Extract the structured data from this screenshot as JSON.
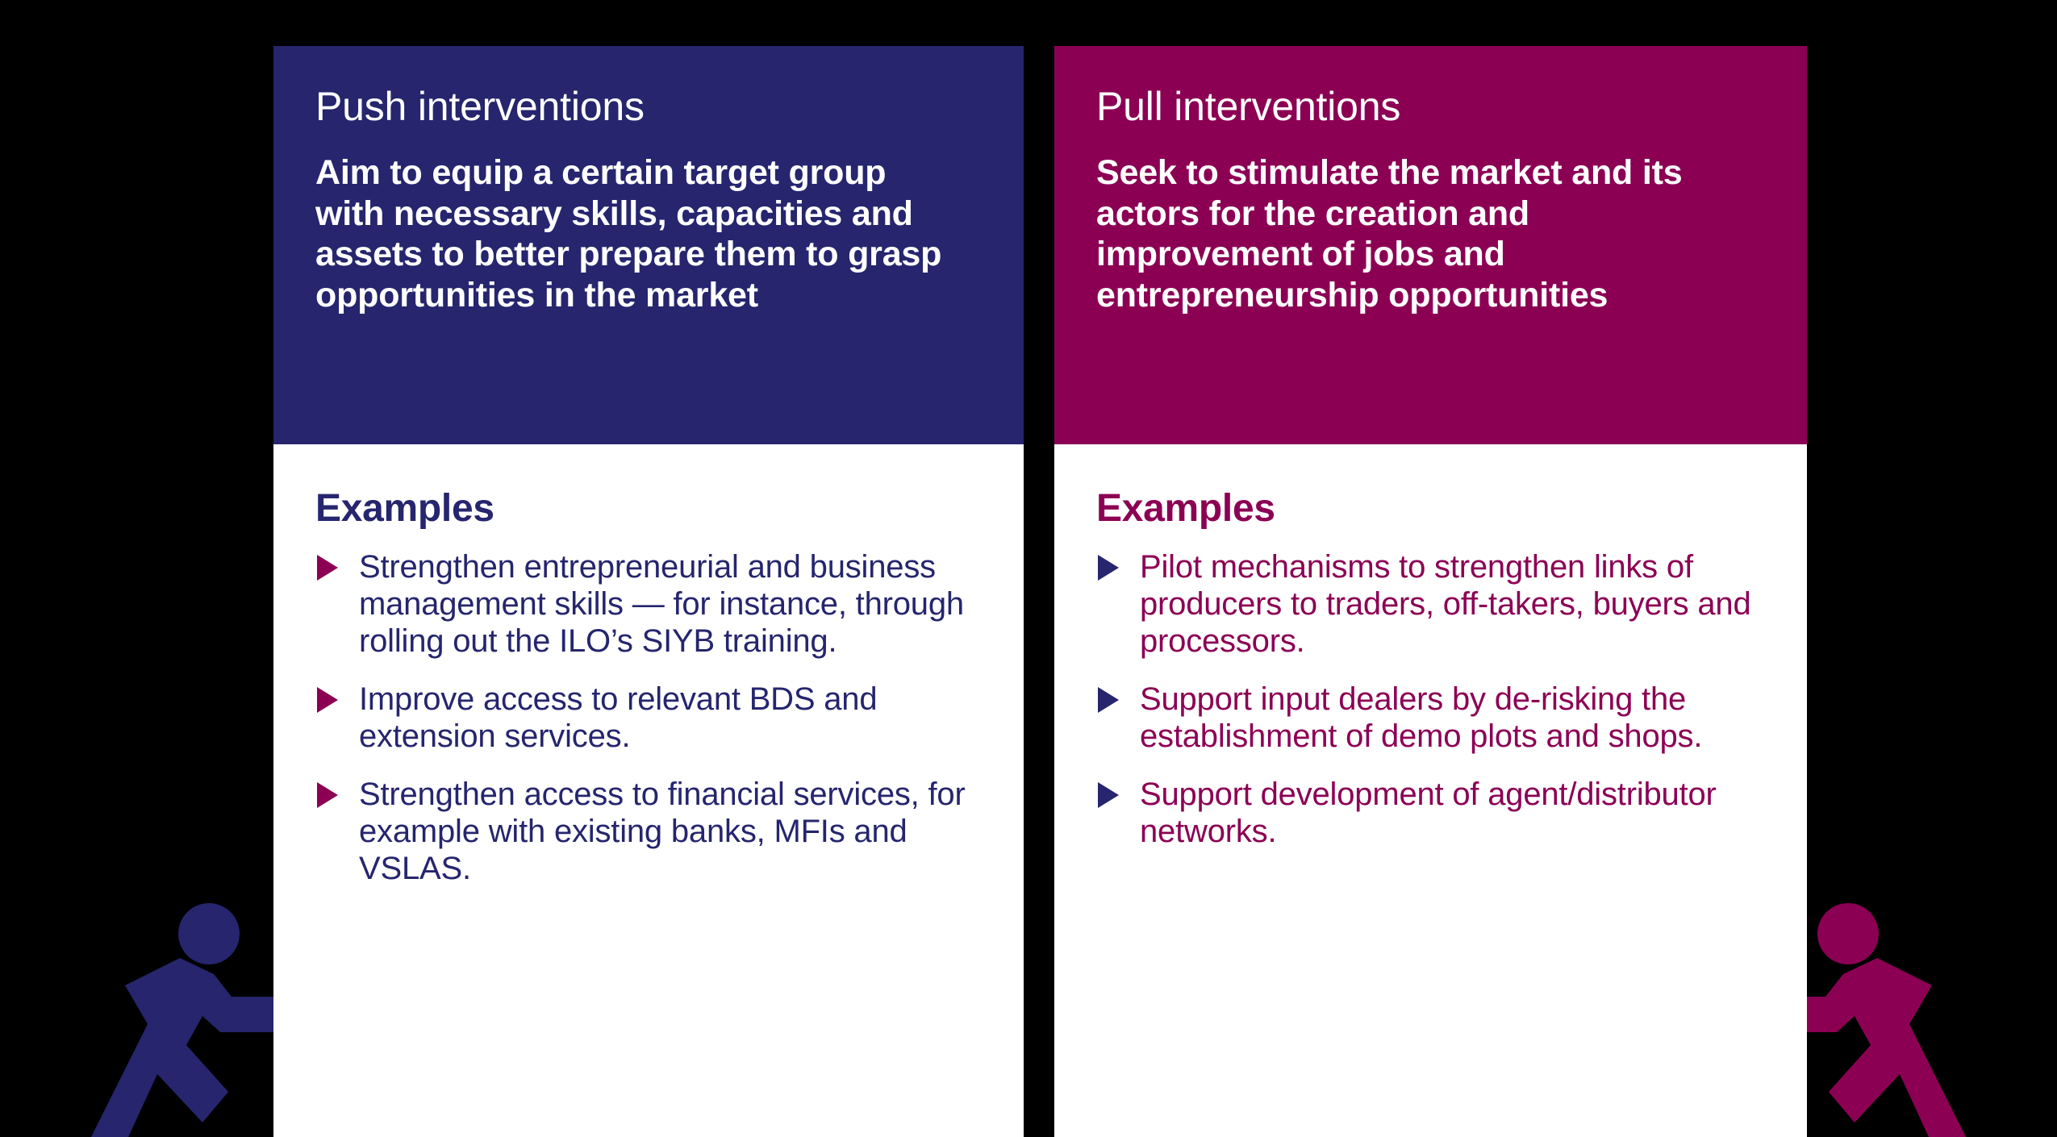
{
  "theme": {
    "background": "#000000",
    "push_color": "#26256E",
    "pull_color": "#8C0054",
    "panel_background": "#FFFFFF"
  },
  "panels": [
    {
      "key": "push",
      "title": "Push interventions",
      "description": "Aim to equip a certain target group with necessary skills, capacities and assets to better prepare them to grasp opportunities in the market",
      "examples_heading": "Examples",
      "bullets": [
        "Strengthen entrepreneurial and business management skills — for instance, through rolling out the ILO’s SIYB training.",
        "Improve access to relevant BDS and extension services.",
        "Strengthen access to financial services, for example with existing banks, MFIs and VSLAS."
      ],
      "figure_icon": "person-pushing-icon",
      "bullet_icon": "triangle-right-icon"
    },
    {
      "key": "pull",
      "title": "Pull interventions",
      "description": "Seek to stimulate the market and its actors for the creation and improvement of jobs and entrepreneurship opportunities",
      "examples_heading": "Examples",
      "bullets": [
        "Pilot mechanisms to strengthen links of producers to traders, off-takers, buyers and processors.",
        "Support input dealers by de-risking the establishment of demo plots and shops.",
        "Support development of agent/distributor networks."
      ],
      "figure_icon": "person-pulling-icon",
      "bullet_icon": "triangle-right-icon"
    }
  ]
}
